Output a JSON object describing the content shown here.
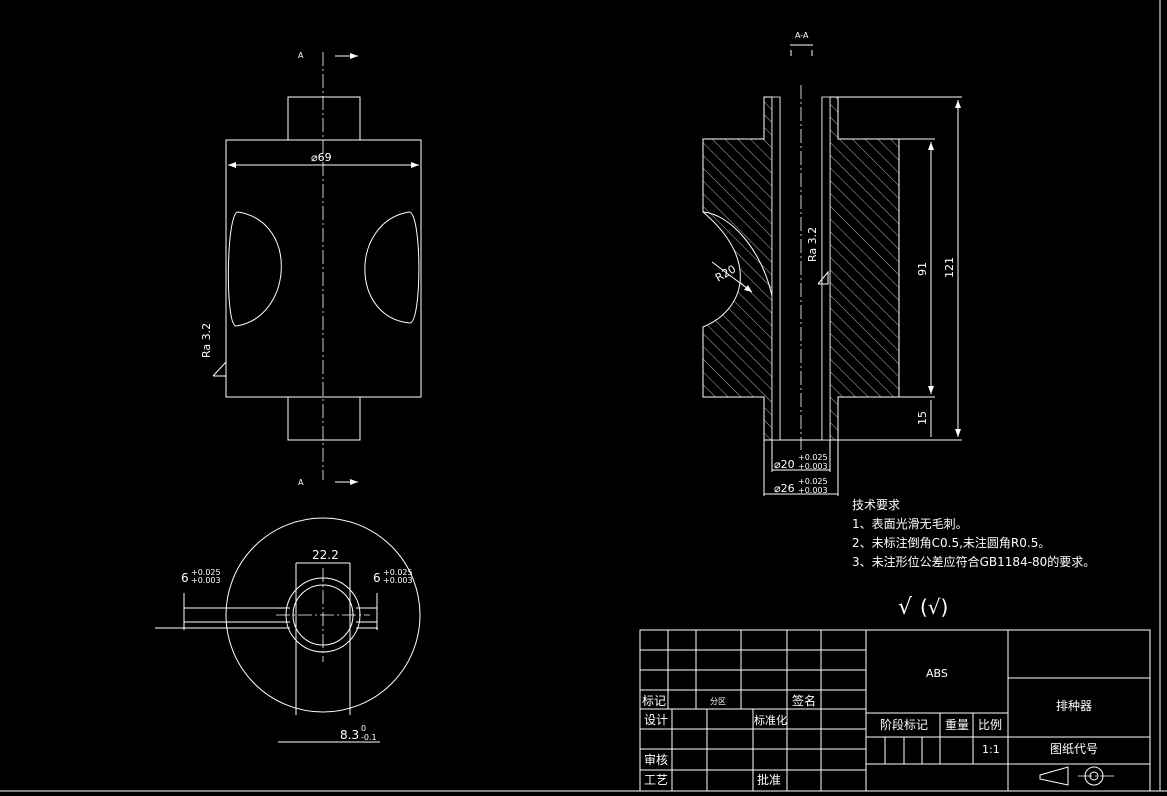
{
  "colors": {
    "background": "#000000",
    "lines": "#ffffff"
  },
  "front_view": {
    "cut_mark_top": "A",
    "cut_mark_bottom": "A",
    "diameter_label": "⌀69",
    "roughness_label": "Ra 3.2"
  },
  "section_view": {
    "title": "A-A",
    "radius_label": "R20",
    "roughness_label": "Ra 3.2",
    "dim_91": "91",
    "dim_121": "121",
    "dim_15": "15",
    "bore_diameter": "⌀20",
    "bore_tol_upper": "+0.025",
    "bore_tol_lower": "+0.003",
    "outer_diameter": "⌀26",
    "outer_tol_upper": "+0.025",
    "outer_tol_lower": "+0.003"
  },
  "top_view": {
    "width_label": "22.2",
    "left_dim": "6",
    "left_tol_upper": "+0.025",
    "left_tol_lower": "+0.003",
    "right_dim": "6",
    "right_tol_upper": "+0.025",
    "right_tol_lower": "+0.003",
    "depth_dim": "8.3",
    "depth_tol_upper": "0",
    "depth_tol_lower": "-0.1"
  },
  "tech_requirements": {
    "title": "技术要求",
    "items": [
      "1、表面光滑无毛刺。",
      "2、未标注倒角C0.5,未注圆角R0.5。",
      "3、未注形位公差应符合GB1184-80的要求。"
    ]
  },
  "roughness_symbol": {
    "symbol": "√",
    "paren": "(√)"
  },
  "title_block": {
    "material": "ABS",
    "part_name": "排种器",
    "drawing_code_label": "图纸代号",
    "mark": "标记",
    "zone": "分区",
    "signature": "签名",
    "design": "设计",
    "standardization": "标准化",
    "review": "审核",
    "process": "工艺",
    "approve": "批准",
    "stage_mark": "阶段标记",
    "weight": "重量",
    "scale_label": "比例",
    "scale_value": "1:1"
  }
}
